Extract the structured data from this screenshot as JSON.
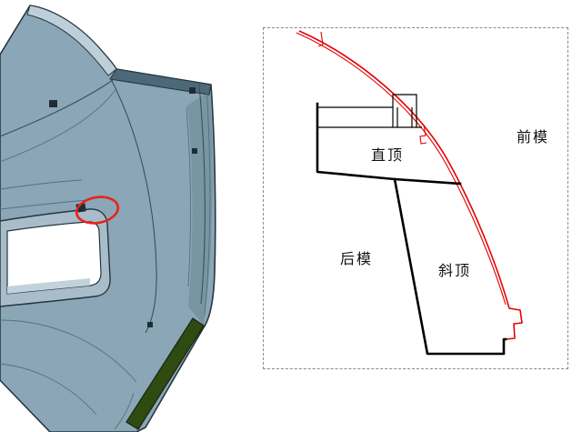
{
  "diagram": {
    "labels": {
      "front_mold": "前模",
      "straight_ejector": "直顶",
      "rear_mold": "后模",
      "lifter": "斜顶"
    }
  },
  "colors": {
    "profile-red": "#e60000",
    "annotation-red": "#e8231f",
    "diagram-line": "#000000",
    "dash-border": "#8a8a8a",
    "cad-body": "#8ba6b6",
    "cad-body-light": "#bdd0da",
    "cad-dark-strip": "#4d6878",
    "cad-shade": "#73929f",
    "cad-edge": "#263640",
    "cad-trim-green": "#2f4b12",
    "cad-hole": "#ffffff"
  }
}
